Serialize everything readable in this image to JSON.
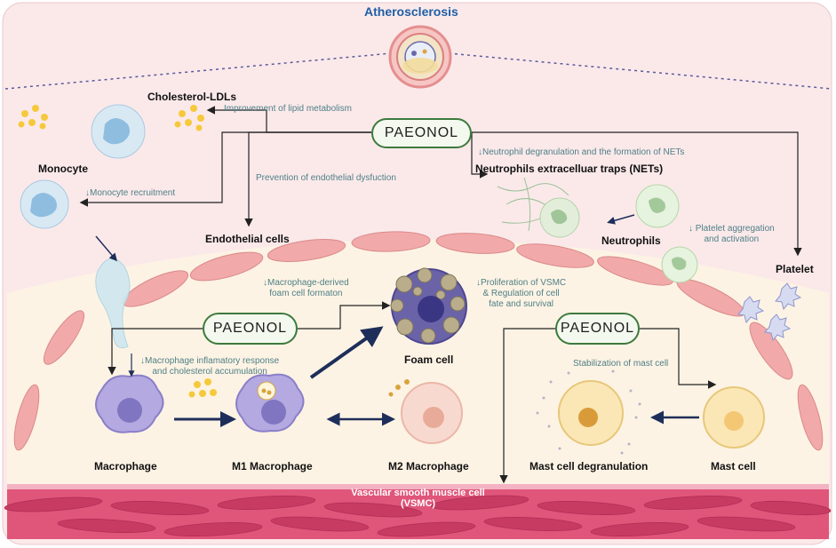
{
  "title": "Atherosclerosis",
  "agent_label": "PAEONOL",
  "cells": {
    "cholesterol": "Cholesterol-LDLs",
    "monocyte": "Monocyte",
    "endothelial": "Endothelial cells",
    "nets": "Neutrophils extracelluar traps (NETs)",
    "neutrophils": "Neutrophils",
    "platelet": "Platelet",
    "foam": "Foam cell",
    "macrophage": "Macrophage",
    "m1": "M1 Macrophage",
    "m2": "M2 Macrophage",
    "mast_degranulation": "Mast cell degranulation",
    "mast": "Mast cell",
    "vsmc_line1": "Vascular smooth muscle cell",
    "vsmc_line2": "(VSMC)"
  },
  "effects": {
    "lipid": "Improvement of lipid metabolism",
    "neutrophil": "↓Neutrophil degranulation and the formation of NETs",
    "endothelial": "Prevention of endothelial dysfuction",
    "monocyte": "↓Monocyte recruitment",
    "platelet_line1": "↓ Platelet aggregation",
    "platelet_line2": "and activation",
    "foam_line1": "↓Macrophage-derived",
    "foam_line2": "foam cell formaton",
    "vsmc_line1": "↓Proliferation of VSMC",
    "vsmc_line2": "& Regulation of cell",
    "vsmc_line3": "fate and survival",
    "inflam_line1": "↓Macrophage inflamatory response",
    "inflam_line2": "and cholesterol accumulation",
    "mast": "Stabilization of mast cell"
  },
  "colors": {
    "title": "#1f5fa6",
    "paeonol_border": "#3d7a3d",
    "effect_text": "#4e7f86",
    "endothelium": "#f2a9a9",
    "smooth_muscle": "#d9456b",
    "intima": "#fdf3e4",
    "background": "#fbe9ea"
  }
}
